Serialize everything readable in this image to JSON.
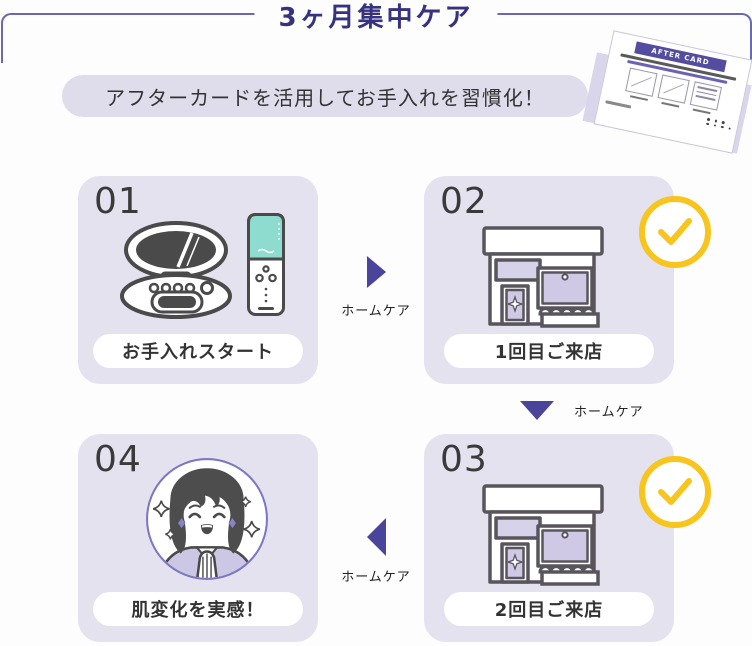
{
  "title": "3ヶ月集中ケア",
  "banner": "アフターカードを活用してお手入れを習慣化！",
  "after_card": {
    "title": "AFTER CARD"
  },
  "steps": [
    {
      "number": "01",
      "label": "お手入れスタート",
      "icon": "skincare-devices-illustration",
      "checked": false
    },
    {
      "number": "02",
      "label": "1回目ご来店",
      "icon": "storefront-illustration",
      "checked": true
    },
    {
      "number": "03",
      "label": "2回目ご来店",
      "icon": "storefront-illustration",
      "checked": true
    },
    {
      "number": "04",
      "label": "肌変化を実感！",
      "icon": "happy-woman-illustration",
      "checked": false
    }
  ],
  "arrows": [
    {
      "label": "ホームケア",
      "direction": "right"
    },
    {
      "label": "ホームケア",
      "direction": "down"
    },
    {
      "label": "ホームケア",
      "direction": "left"
    }
  ],
  "colors": {
    "accent_purple": "#4a449b",
    "frame_purple": "#6d67b2",
    "title_purple": "#37327f",
    "card_bg": "#e4e2ef",
    "banner_bg": "#dfddec",
    "check_yellow": "#f7c51e",
    "device_mint": "#8edbcf"
  }
}
